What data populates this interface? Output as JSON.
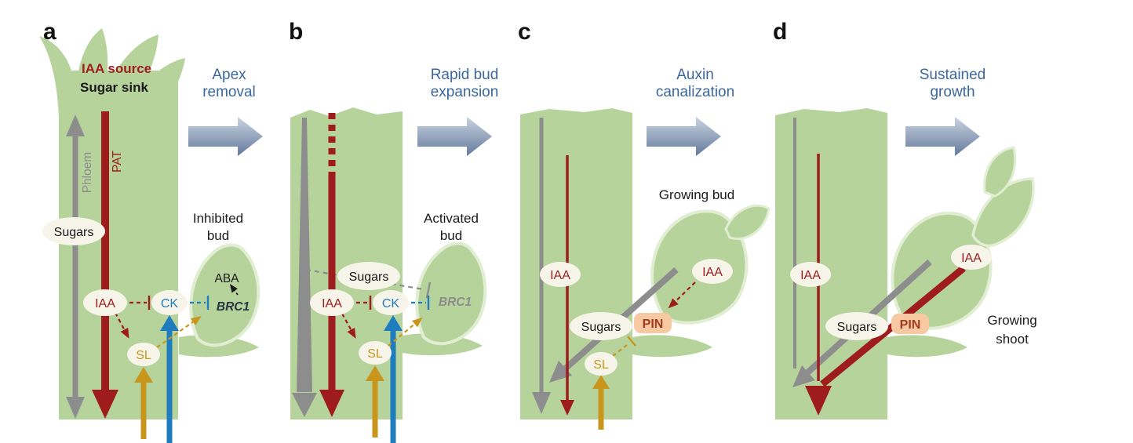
{
  "panels": {
    "a": {
      "letter": "a",
      "transition": [
        "Apex",
        "removal"
      ],
      "apex_role_auxin": "IAA source",
      "apex_role_sugar": "Sugar sink",
      "phloem_label": "Phloem",
      "pat_label": "PAT",
      "sugars": "Sugars",
      "bud_state": [
        "Inhibited",
        "bud"
      ],
      "aba": "ABA",
      "brc1": "BRC1",
      "iaa": "IAA",
      "ck": "CK",
      "sl": "SL"
    },
    "b": {
      "letter": "b",
      "transition": [
        "Rapid bud",
        "expansion"
      ],
      "sugars": "Sugars",
      "bud_state": [
        "Activated",
        "bud"
      ],
      "brc1": "BRC1",
      "iaa": "IAA",
      "ck": "CK",
      "sl": "SL"
    },
    "c": {
      "letter": "c",
      "transition": [
        "Auxin",
        "canalization"
      ],
      "bud_state": [
        "Growing bud"
      ],
      "iaa_stem": "IAA",
      "iaa_bud": "IAA",
      "sugars": "Sugars",
      "pin": "PIN",
      "sl": "SL"
    },
    "d": {
      "letter": "d",
      "transition": [
        "Sustained",
        "growth"
      ],
      "iaa_stem": "IAA",
      "iaa_shoot": "IAA",
      "sugars": "Sugars",
      "pin": "PIN",
      "shoot_state": [
        "Growing",
        "shoot"
      ]
    }
  },
  "colors": {
    "stem_green": "#b6d39c",
    "bud_outline": "#e1eed3",
    "auxin_red": "#9e1b1e",
    "phloem_gray": "#8d8d8d",
    "ck_blue": "#1f7dbf",
    "sl_gold": "#c9961d",
    "aba_black": "#1a1a1a",
    "transition_text_blue": "#3a679c",
    "pin_fill": "#f6c9a2",
    "pin_text": "#a03b1e",
    "oval_fill": "#f7f4e9",
    "brc1_active_navy": "#2a3340",
    "brc1_inactive_gray": "#8d8d8d"
  }
}
